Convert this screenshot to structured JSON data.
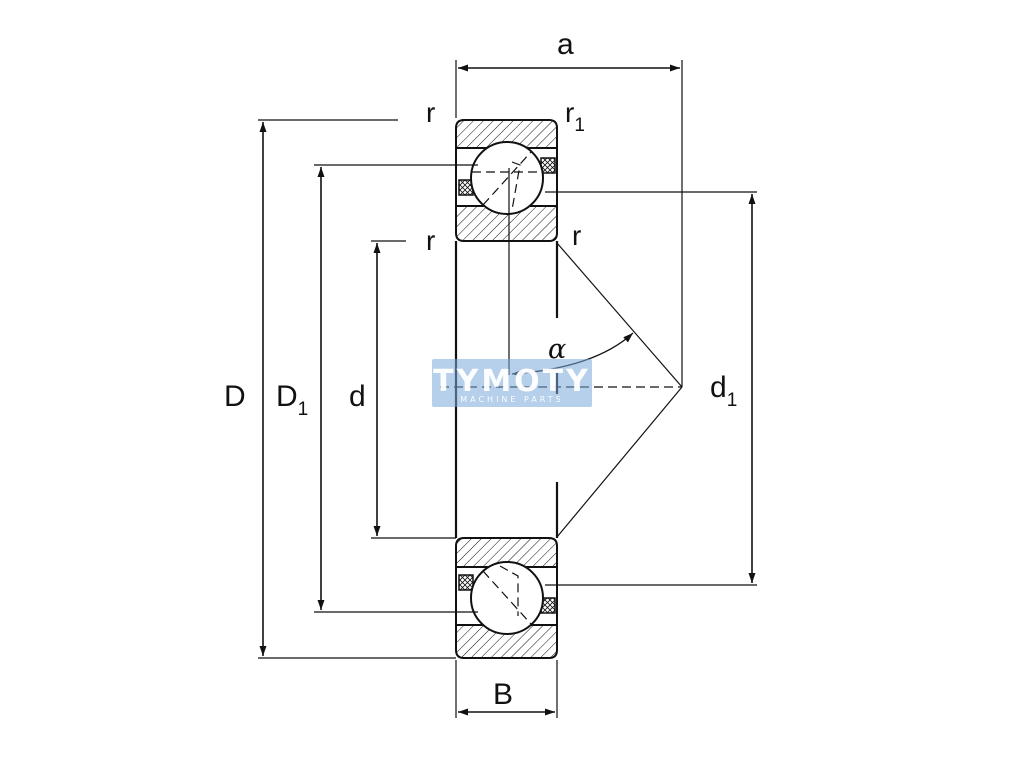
{
  "labels": {
    "a": "a",
    "r_top_left": "r",
    "r1_main": "r",
    "r1_sub": "1",
    "r_mid_left": "r",
    "r_mid_right": "r",
    "alpha": "α",
    "D": "D",
    "D1_main": "D",
    "D1_sub": "1",
    "d": "d",
    "d1_main": "d",
    "d1_sub": "1",
    "B": "B"
  },
  "watermark": {
    "title": "TYMOTY",
    "subtitle": "MACHINE PARTS",
    "color": "#7aa7d8"
  }
}
